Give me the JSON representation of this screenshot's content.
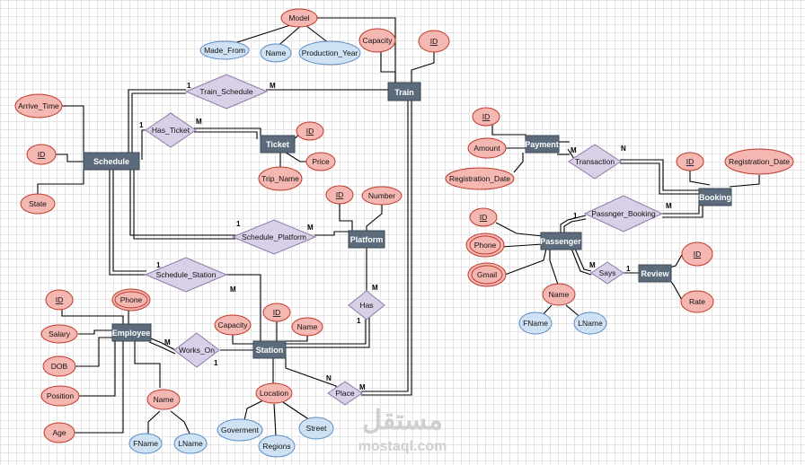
{
  "entities": {
    "train": "Train",
    "schedule": "Schedule",
    "ticket": "Ticket",
    "platform": "Platform",
    "employee": "Employee",
    "station": "Station",
    "payment": "Payment",
    "booking": "Booking",
    "passenger": "Passenger",
    "review": "Review"
  },
  "relationships": {
    "train_schedule": "Train_Schedule",
    "has_ticket": "Has_Ticket",
    "schedule_platform": "Schedule_Platform",
    "schedule_station": "Schedule_Station",
    "has": "Has",
    "works_on": "Works_On",
    "place": "Place",
    "transaction": "Transaction",
    "passenger_booking": "Passnger_Booking",
    "says": "Says"
  },
  "attributes": {
    "model": "Model",
    "made_from": "Made_From",
    "name_model": "Name",
    "production_year": "Production_Year",
    "capacity_train": "Capacity",
    "id_train": "ID",
    "arrive_time": "Arrive_Time",
    "id_schedule": "ID",
    "state": "State",
    "id_ticket": "ID",
    "price": "Price",
    "trip_name": "Trip_Name",
    "id_platform": "ID",
    "number": "Number",
    "id_employee": "ID",
    "phone_employee": "Phone",
    "salary": "Salary",
    "dob": "DOB",
    "position": "Position",
    "age": "Age",
    "name_employee": "Name",
    "fname_employee": "FName",
    "lname_employee": "LName",
    "capacity_station": "Capacity",
    "id_station": "ID",
    "name_station": "Name",
    "location": "Location",
    "goverment": "Goverment",
    "regions": "Regions",
    "street": "Street",
    "id_payment": "ID",
    "amount": "Amount",
    "registration_date_payment": "Registration_Date",
    "id_booking": "ID",
    "registration_date_booking": "Registration_Date",
    "id_passenger": "ID",
    "phone_passenger": "Phone",
    "gmail": "Gmail",
    "name_passenger": "Name",
    "fname_passenger": "FName",
    "lname_passenger": "LName",
    "id_review": "ID",
    "rate": "Rate"
  },
  "cardinalities": {
    "train_schedule_schedule": "1",
    "train_schedule_train": "M",
    "has_ticket_schedule": "1",
    "has_ticket_ticket": "M",
    "schedule_platform_schedule": "1",
    "schedule_platform_platform": "M",
    "schedule_station_schedule": "1",
    "schedule_station_station": "M",
    "has_platform": "M",
    "has_station": "1",
    "works_on_employee": "M",
    "works_on_station": "1",
    "place_station": "N",
    "place_train": "M",
    "transaction_payment": "M",
    "transaction_booking": "N",
    "passenger_booking_passenger": "1",
    "passenger_booking_booking": "M",
    "says_passenger": "M",
    "says_review": "1"
  },
  "watermark": {
    "arabic": "مستقل",
    "latin": "mostaql.com"
  }
}
